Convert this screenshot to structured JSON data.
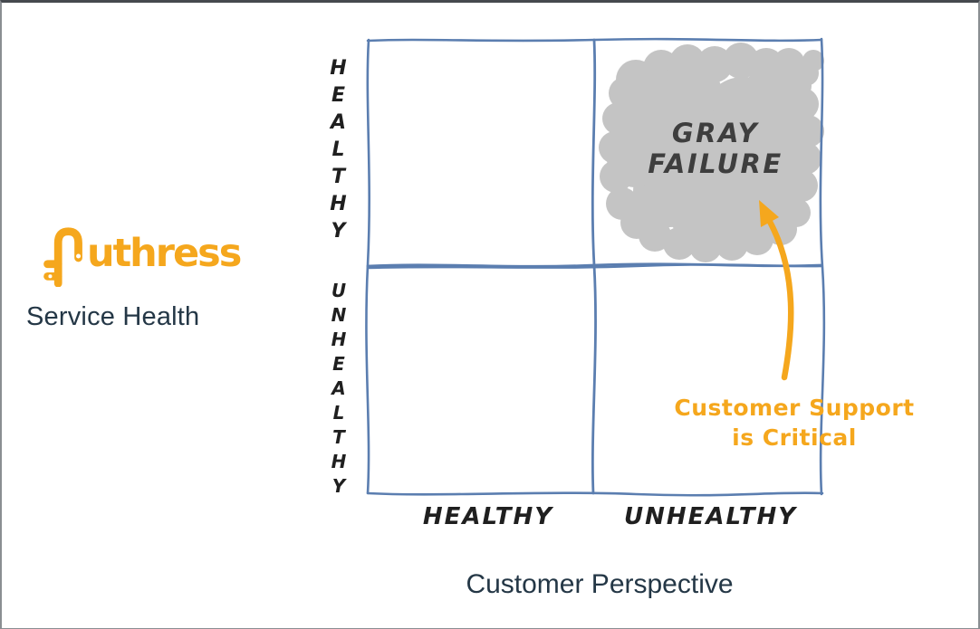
{
  "colors": {
    "orange": "#F5A71D",
    "blue": "#5B7EB0",
    "blob_gray": "#C4C4C4",
    "ink": "#1F1F1F",
    "label_gray": "#3E3E3E",
    "navy": "#243746",
    "frame_dark": "#45494E",
    "frame_light": "#8A8E92"
  },
  "logo": {
    "brand": "Authress",
    "brand_rest": "uthress"
  },
  "sidebar_title": "Service Health",
  "diagram": {
    "type": "2x2-quadrant-matrix",
    "y_axis": {
      "top_label": "HEALTHY",
      "bottom_label": "UNHEALTHY"
    },
    "x_axis": {
      "left_label": "HEALTHY",
      "right_label": "UNHEALTHY",
      "title": "Customer Perspective"
    },
    "quadrant_label": {
      "line1": "GRAY",
      "line2": "FAILURE"
    },
    "annotation": {
      "line1": "Customer Support",
      "line2": "is Critical"
    }
  }
}
